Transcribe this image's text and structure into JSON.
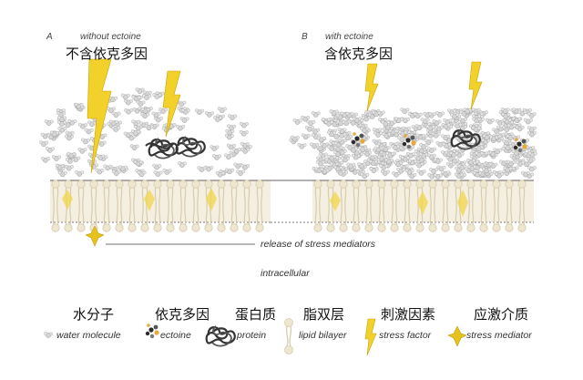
{
  "panel_a": {
    "letter": "A",
    "label": "without ectoine",
    "label_cn": "不含依克多因"
  },
  "panel_b": {
    "letter": "B",
    "label": "with ectoine",
    "label_cn": "含依克多因"
  },
  "release_caption": "release of stress mediators",
  "intracellular_caption": "intracellular",
  "legend": [
    {
      "cn": "水分子",
      "en": "water molecule",
      "icon": "water-molecule-icon"
    },
    {
      "cn": "依克多因",
      "en": "ectoine",
      "icon": "ectoine-icon"
    },
    {
      "cn": "蛋白质",
      "en": "protein",
      "icon": "protein-icon"
    },
    {
      "cn": "脂双层",
      "en": "lipid bilayer",
      "icon": "lipid-bilayer-icon"
    },
    {
      "cn": "刺激因素",
      "en": "stress factor",
      "icon": "stress-factor-icon"
    },
    {
      "cn": "应激介质",
      "en": "stress mediator",
      "icon": "stress-mediator-icon"
    }
  ],
  "colors": {
    "membrane_fill": "#f5efe1",
    "lipid_head": "#efe6cf",
    "lipid_stroke": "#d7ccae",
    "stress_yellow": "#f2d22a",
    "water_gray": "#c8c8c8",
    "protein_dark": "#333333",
    "ectoine_orange": "#e8a93a"
  }
}
